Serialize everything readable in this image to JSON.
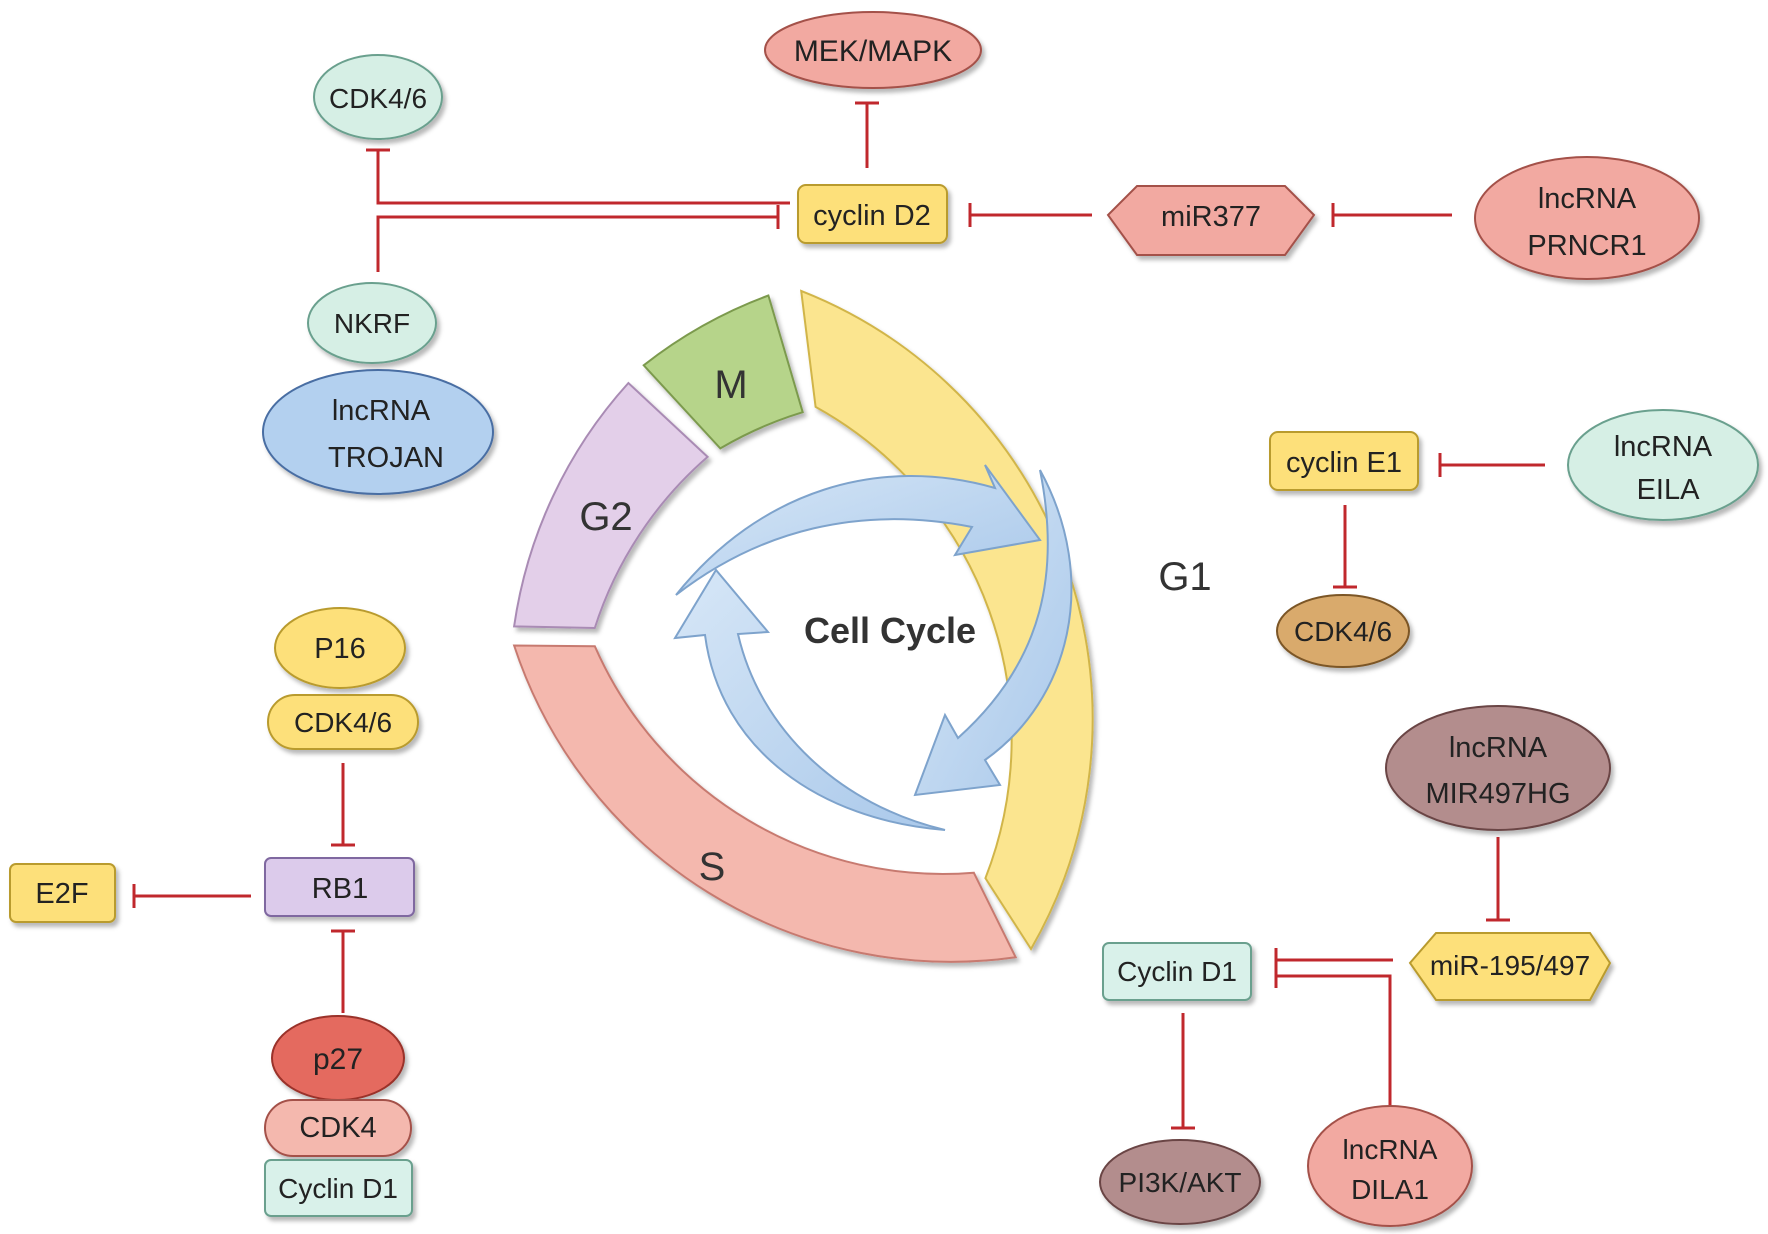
{
  "center_label": "Cell Cycle",
  "phases": {
    "g1": "G1",
    "s": "S",
    "g2": "G2",
    "m": "M"
  },
  "nodes": {
    "mek_mapk": "MEK/MAPK",
    "cdk46_top": "CDK4/6",
    "cyclin_d2": "cyclin D2",
    "mir377": "miR377",
    "prncr1": [
      "lncRNA",
      "PRNCR1"
    ],
    "nkrf": "NKRF",
    "trojan": [
      "lncRNA",
      "TROJAN"
    ],
    "cyclin_e1": "cyclin E1",
    "eila": [
      "lncRNA",
      "EILA"
    ],
    "cdk46_right": "CDK4/6",
    "p16": "P16",
    "cdk46_left": "CDK4/6",
    "rb1": "RB1",
    "e2f": "E2F",
    "p27": "p27",
    "cdk4": "CDK4",
    "cyclin_d1_left": "Cyclin D1",
    "mir497hg": [
      "lncRNA",
      "MIR497HG"
    ],
    "mir195_497": "miR-195/497",
    "cyclin_d1_right": "Cyclin D1",
    "pi3k_akt": "PI3K/AKT",
    "dila1": [
      "lncRNA",
      "DILA1"
    ]
  },
  "colors": {
    "inhibit_line": "#c0282d",
    "g1_fill": "#fbe58f",
    "s_fill": "#f4b8ae",
    "g2_fill": "#e3cfe9",
    "m_fill": "#b6d48a",
    "arrow_fill": "#bcd6ef"
  }
}
